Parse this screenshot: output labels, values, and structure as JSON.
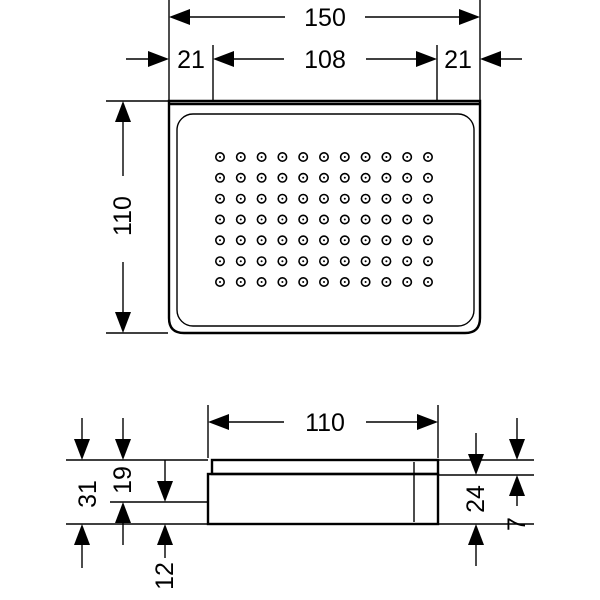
{
  "top_view": {
    "overall_width": "150",
    "side_margin_left": "21",
    "center_width": "108",
    "side_margin_right": "21",
    "depth": "110",
    "drain_holes": {
      "rows": 7,
      "columns": 11
    }
  },
  "side_view": {
    "width": "110",
    "total_height": "31",
    "upper_height": "19",
    "base_offset": "12",
    "right_height": "24",
    "rim_height": "7"
  }
}
